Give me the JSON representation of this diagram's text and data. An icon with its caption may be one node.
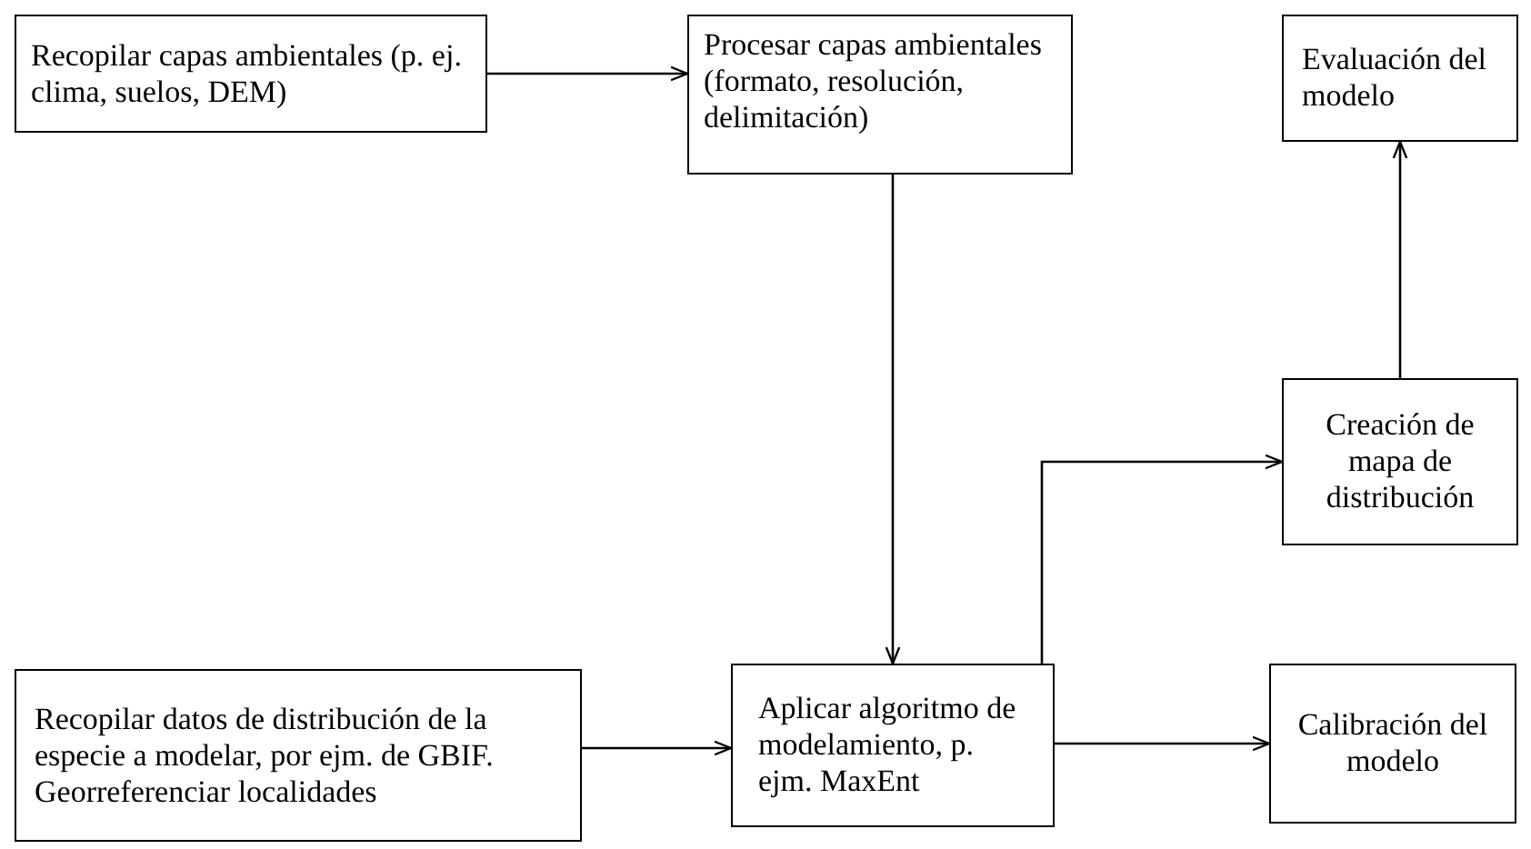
{
  "diagram": {
    "nodes": [
      {
        "text": [
          "Recopilar capas ambientales (p. ej. clima, suelos, DEM)"
        ]
      },
      {
        "text": [
          "Procesar capas ambientales (formato, resolución, delimitación)"
        ]
      },
      {
        "text": [
          "Evaluación del modelo"
        ]
      },
      {
        "text": [
          "Creación de mapa de distribución"
        ]
      },
      {
        "text": [
          "Recopilar datos de distribución de la especie a modelar, por ejm. de GBIF.  Georreferenciar localidades"
        ]
      },
      {
        "text": [
          "Aplicar algoritmo de modelamiento, p. ejm. MaxEnt"
        ]
      },
      {
        "text": [
          "Calibración del modelo"
        ]
      }
    ],
    "edges": [
      {
        "from": 0,
        "to": 1,
        "arrow": "to"
      },
      {
        "from": 1,
        "to": 5,
        "arrow": "to"
      },
      {
        "from": 5,
        "to": 3,
        "arrow": "to"
      },
      {
        "from": 3,
        "to": 2,
        "arrow": "to"
      },
      {
        "from": 4,
        "to": 5,
        "arrow": "to"
      },
      {
        "from": 5,
        "to": 6,
        "arrow": "to"
      }
    ]
  }
}
